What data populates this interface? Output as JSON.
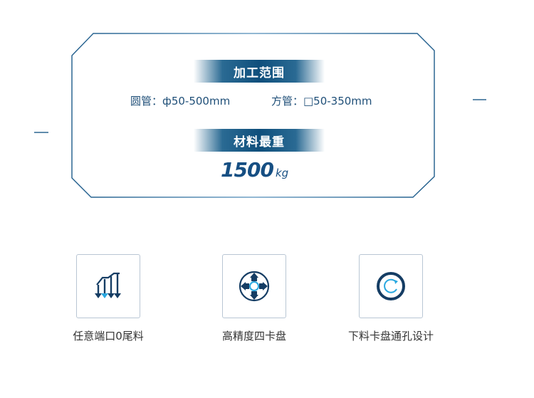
{
  "sections": {
    "range_title": "加工范围",
    "round_tube": "圆管：ф50-500mm",
    "square_tube": "方管：□50-350mm",
    "weight_title": "材料最重",
    "weight_value": "1500",
    "weight_unit": "kg"
  },
  "features": [
    {
      "label": "任意端口0尾料",
      "icon": "arrows-down-icon"
    },
    {
      "label": "高精度四卡盘",
      "icon": "four-jaw-chuck-icon"
    },
    {
      "label": "下料卡盘通孔设计",
      "icon": "through-hole-icon"
    }
  ],
  "colors": {
    "primary": "#164f83",
    "accent": "#29a8e0",
    "frame": "#2d6690"
  }
}
